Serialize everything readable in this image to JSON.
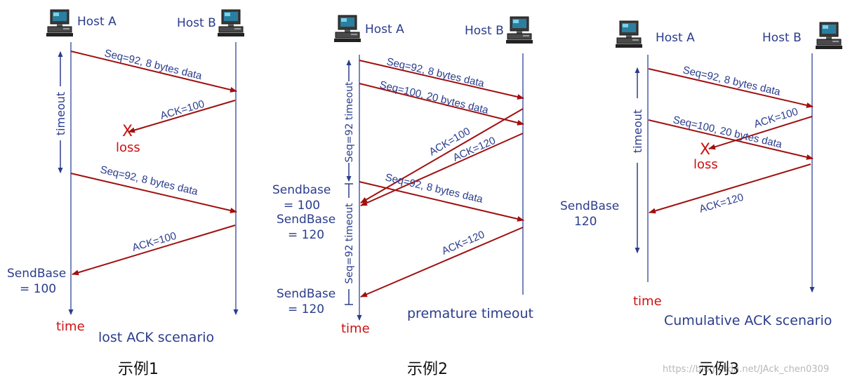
{
  "colors": {
    "arrow": "#a01010",
    "line": "#4a5fa8",
    "text": "#2a3c8c",
    "red": "#cc1111"
  },
  "icons": {
    "host": "computer-icon"
  },
  "d1": {
    "host_a": "Host A",
    "host_b": "Host B",
    "m1": "Seq=92, 8 bytes data",
    "m2": "ACK=100",
    "x": "X",
    "loss": "loss",
    "m3": "Seq=92, 8 bytes data",
    "m4": "ACK=100",
    "timeout": "timeout",
    "sb1": "SendBase",
    "sb2": "= 100",
    "time": "time",
    "scenario": "lost ACK scenario",
    "caption": "示例1"
  },
  "d2": {
    "host_a": "Host A",
    "host_b": "Host B",
    "m1": "Seq=92, 8 bytes data",
    "m2": "Seq=100, 20 bytes data",
    "m3": "ACK=100",
    "m4": "ACK=120",
    "m5": "Seq=92, 8 bytes data",
    "m6": "ACK=120",
    "t1": "Seq=92 timeout",
    "t2": "Seq=92 timeout",
    "sb_a1": "Sendbase",
    "sb_a2": "= 100",
    "sb_b1": "SendBase",
    "sb_b2": "= 120",
    "sb_c1": "SendBase",
    "sb_c2": "= 120",
    "time": "time",
    "scenario": "premature timeout",
    "caption": "示例2"
  },
  "d3": {
    "host_a": "Host A",
    "host_b": "Host B",
    "m1": "Seq=92, 8 bytes data",
    "m2": "ACK=100",
    "m3": "Seq=100, 20 bytes data",
    "m4": "ACK=120",
    "x": "X",
    "loss": "loss",
    "timeout": "timeout",
    "sb1": "SendBase",
    "sb2": "120",
    "time": "time",
    "scenario": "Cumulative ACK scenario",
    "caption": "示例3",
    "watermark": "https://blog.csdn.net/JAck_chen0309"
  }
}
